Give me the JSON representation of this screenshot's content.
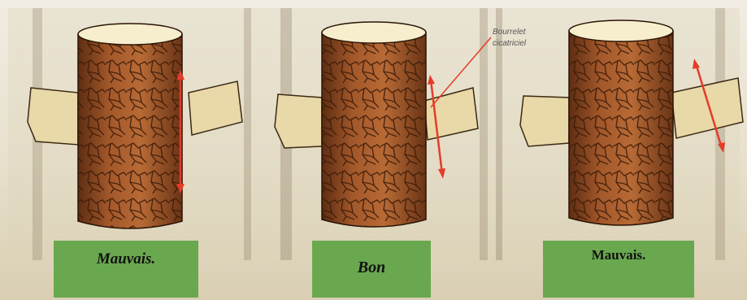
{
  "labels": {
    "left": "Mauvais.",
    "center": "Bon",
    "right": "Mauvais."
  },
  "annotation": {
    "line1": "Bourrelet",
    "line2": "cicatriciel"
  },
  "colors": {
    "label_bg": "#6aa84f",
    "bark": "#8b4a22",
    "branch": "#e9d8a8",
    "cut_marker": "#e53b2a"
  }
}
